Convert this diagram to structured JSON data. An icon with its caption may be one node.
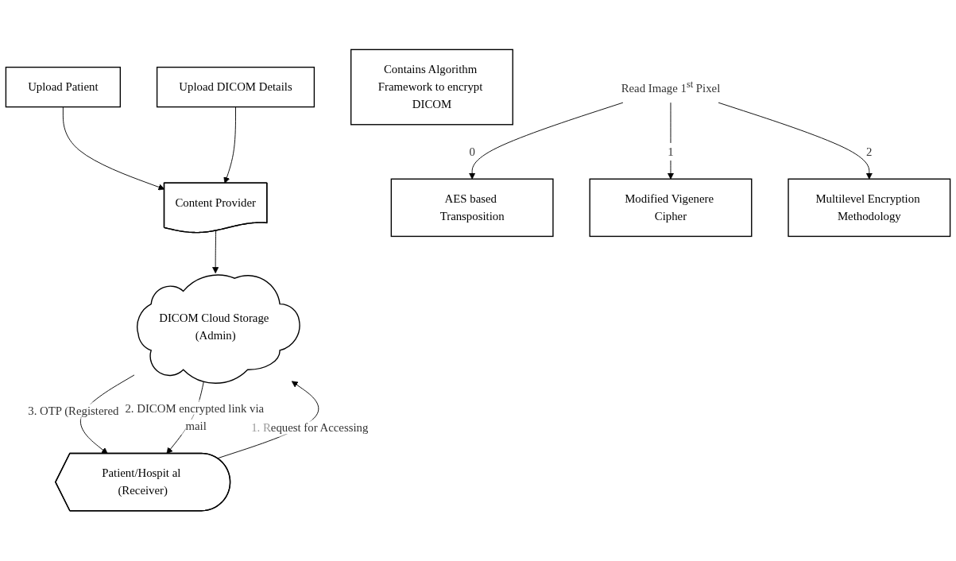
{
  "diagram": {
    "nodes": [
      {
        "text": [
          "Content Provider"
        ]
      },
      {
        "text": [
          "DICOM Cloud Storage (Admin)"
        ]
      },
      {
        "text": [
          "Patient/Hospit al (Receiver)"
        ]
      },
      {
        "text": [
          "Upload Patient"
        ]
      },
      {
        "text": [
          "Upload DICOM Details"
        ]
      },
      {
        "text": [
          "Contains Algorithm Framework to encrypt DICOM"
        ]
      },
      {
        "text": [
          "Read Image 1$^{st}$ Pixel"
        ]
      },
      {
        "text": [
          "AES based Transposition"
        ]
      },
      {
        "text": [
          "Modified Vigenere Cipher"
        ]
      },
      {
        "text": [
          "Multilevel Encryption Methodology"
        ]
      }
    ],
    "edges": [
      {
        "from": 3,
        "to": 0,
        "arrow": "to"
      },
      {
        "from": 4,
        "to": 0,
        "arrow": "to"
      },
      {
        "from": 0,
        "to": 1,
        "arrow": "to"
      },
      {
        "from": 2,
        "to": 1,
        "arrow": "to",
        "label": "1. Request for Accessing"
      },
      {
        "from": 1,
        "to": 2,
        "arrow": "to",
        "label": "3. OTP (Registered"
      },
      {
        "from": 1,
        "to": 2,
        "arrow": "to",
        "label": "2. DICOM encrypted link via mail"
      },
      {
        "from": 6,
        "to": 7,
        "arrow": "to",
        "label": "0"
      },
      {
        "from": 6,
        "to": 8,
        "arrow": "to",
        "label": "1"
      },
      {
        "from": 6,
        "to": 9,
        "arrow": "to",
        "label": "2"
      }
    ]
  }
}
